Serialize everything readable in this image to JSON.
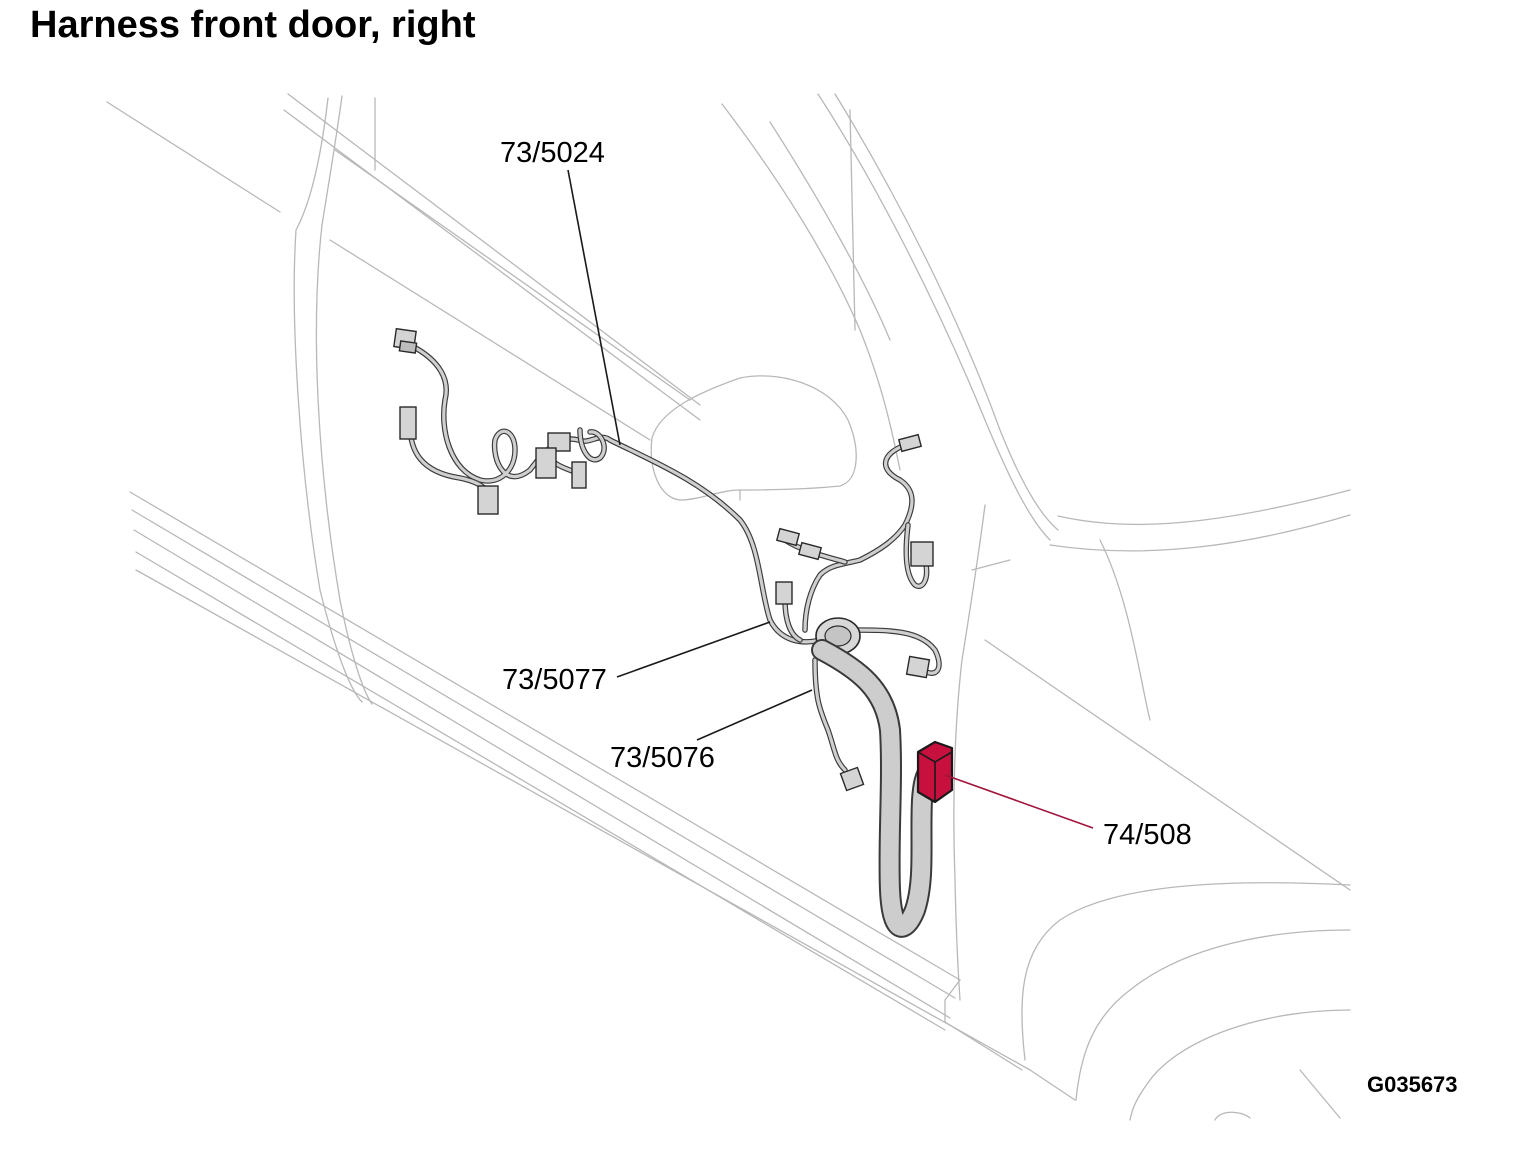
{
  "title": "Harness front door, right",
  "figure_id": "G035673",
  "callouts": [
    {
      "id": "harness-main",
      "label": "73/5024"
    },
    {
      "id": "harness-branch-1",
      "label": "73/5077"
    },
    {
      "id": "harness-branch-2",
      "label": "73/5076"
    },
    {
      "id": "connector-highlight",
      "label": "74/508"
    }
  ],
  "colors": {
    "highlight": "#c8103e",
    "highlight_leader": "#a0143c",
    "outline": "#b8b8b8",
    "harness": "#cdcdcd"
  }
}
